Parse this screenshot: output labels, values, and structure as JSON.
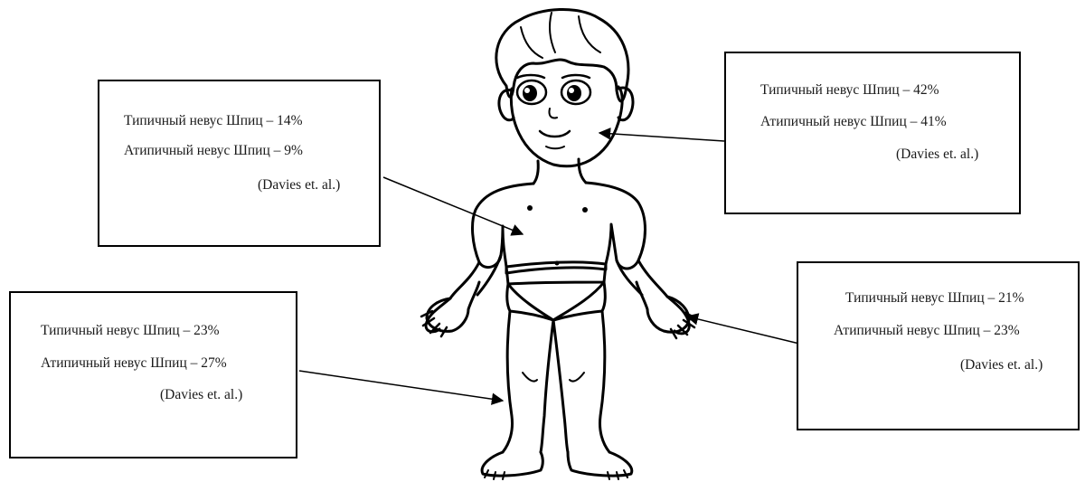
{
  "callouts": {
    "torso": {
      "typical": "Типичный невус Шпиц – 14%",
      "atypical": "Атипичный невус Шпиц – 9%",
      "source": "(Davies et. al.)",
      "typical_percent": 14,
      "atypical_percent": 9
    },
    "head_neck": {
      "typical": "Типичный невус Шпиц – 42%",
      "atypical": "Атипичный невус Шпиц – 41%",
      "source": "(Davies et. al.)",
      "typical_percent": 42,
      "atypical_percent": 41
    },
    "lower_limbs": {
      "typical": "Типичный невус Шпиц – 23%",
      "atypical": "Атипичный невус Шпиц – 27%",
      "source": "(Davies et. al.)",
      "typical_percent": 23,
      "atypical_percent": 27
    },
    "upper_limbs": {
      "typical": "Типичный невус Шпиц – 21%",
      "atypical": "Атипичный невус Шпиц – 23%",
      "source": "(Davies et. al.)",
      "typical_percent": 21,
      "atypical_percent": 23
    }
  },
  "illustration": {
    "subject": "child-outline",
    "stroke_color": "#000000"
  }
}
